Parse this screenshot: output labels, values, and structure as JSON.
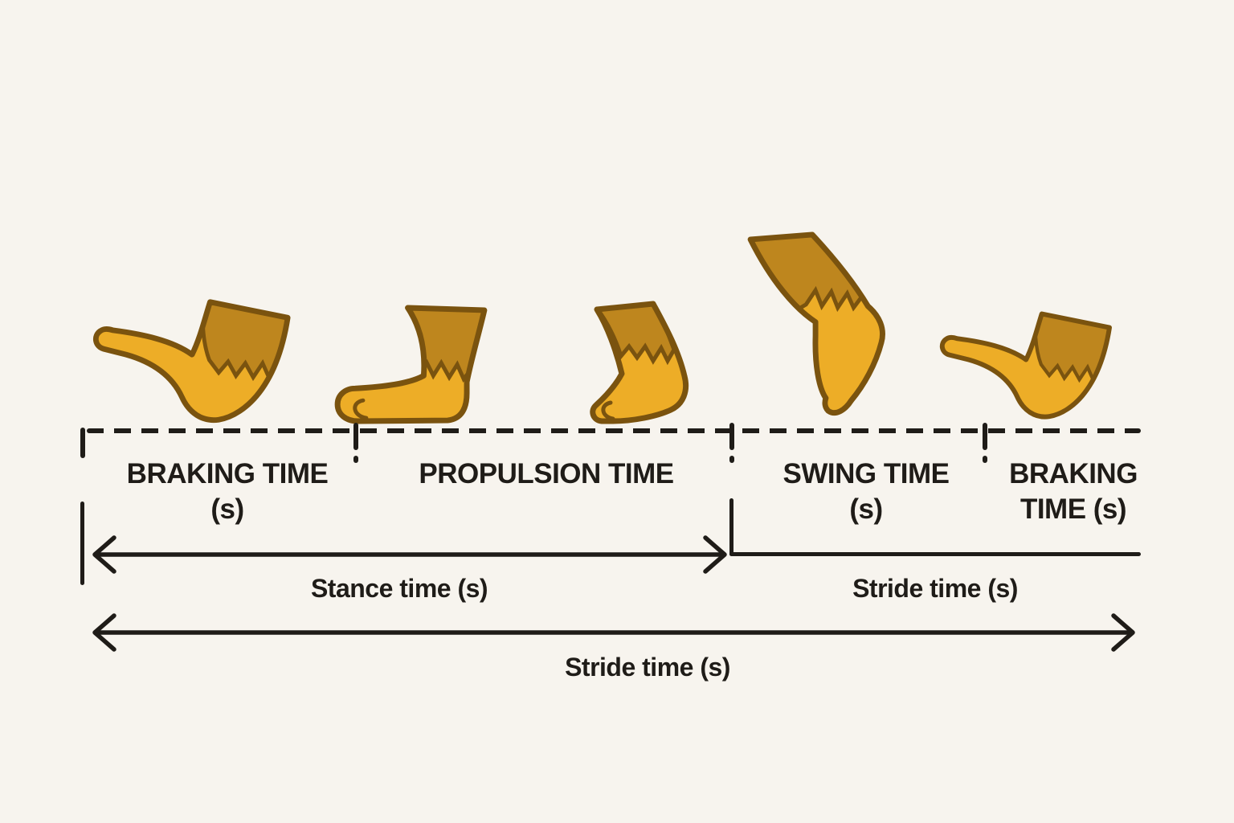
{
  "colors": {
    "background": "#F7F4EE",
    "ink": "#1F1C18",
    "sock_gold": "#EDAD27",
    "leg_gold": "#BE861E",
    "outline_brown": "#7A530F"
  },
  "timeline": {
    "phases": [
      {
        "id": "braking-time-1",
        "line1": "BRAKING TIME",
        "line2": "(s)"
      },
      {
        "id": "propulsion-time",
        "line1": "PROPULSION TIME",
        "line2": ""
      },
      {
        "id": "swing-time",
        "line1": "SWING TIME",
        "line2": "(s)"
      },
      {
        "id": "braking-time-2",
        "line1": "BRAKING",
        "line2": "TIME (s)"
      }
    ]
  },
  "measures": {
    "stance": "Stance time (s)",
    "stride_right": "Stride time (s)",
    "stride_bottom": "Stride time (s)"
  },
  "feet": [
    {
      "pose": "heel-strike"
    },
    {
      "pose": "foot-flat"
    },
    {
      "pose": "toe-off"
    },
    {
      "pose": "swing"
    },
    {
      "pose": "heel-strike"
    }
  ]
}
